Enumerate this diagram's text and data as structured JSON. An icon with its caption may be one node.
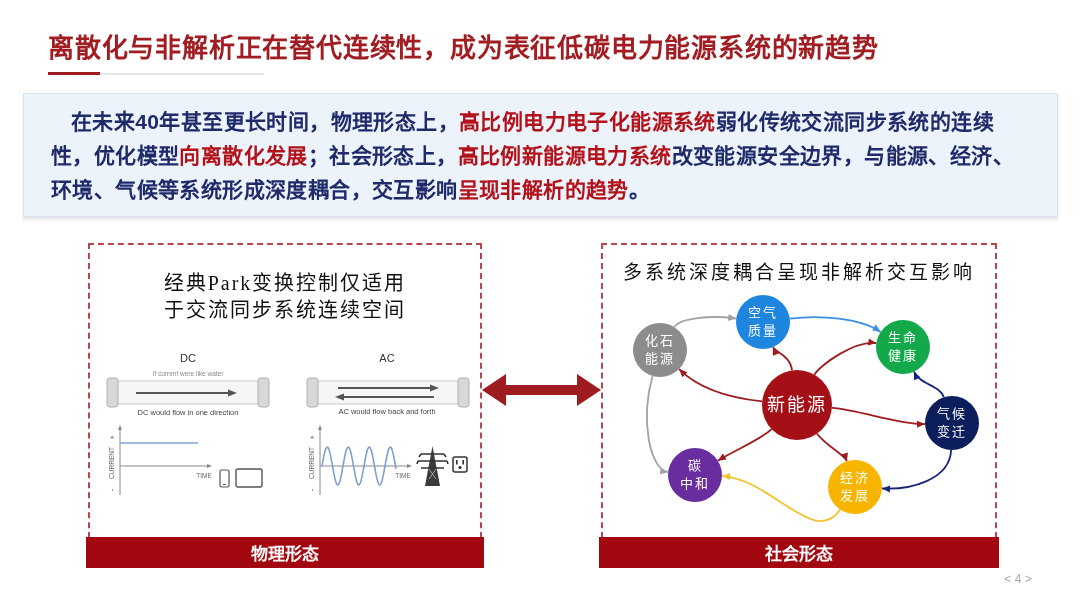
{
  "diagram": {
    "title": "离散化与非解析正在替代连续性，成为表征低碳电力能源系统的新趋势",
    "nodes": [
      {
        "text": [
          "在未来40年甚至更长时间，物理形态上，**高比例电力电子化能源系统**弱化传统交流同步系统的连续性，优化模型**向离散化发展**；社会形态上，**高比例新能源电力系统**改变能源安全边界，与能源、经济、环境、气候等系统形成深度耦合，交互影响**呈现非解析的趋势**。"
        ]
      },
      {
        "text": [
          "经典Park变换控制仅适用于交流同步系统连续空间"
        ]
      },
      {
        "text": [
          "物理形态"
        ],
        "in": 1
      },
      {
        "text": [
          "多系统深度耦合呈现非解析交互影响"
        ]
      },
      {
        "text": [
          "化石能源"
        ],
        "in": 3
      },
      {
        "text": [
          "空气质量"
        ],
        "in": 3
      },
      {
        "text": [
          "生命健康"
        ],
        "in": 3
      },
      {
        "text": [
          "新能源"
        ],
        "in": 3
      },
      {
        "text": [
          "气候变迁"
        ],
        "in": 3
      },
      {
        "text": [
          "碳中和"
        ],
        "in": 3
      },
      {
        "text": [
          "经济发展"
        ],
        "in": 3
      },
      {
        "text": [
          "社会形态"
        ],
        "in": 3
      }
    ],
    "edges": [
      {
        "from": 1,
        "to": 3,
        "arrow": "both",
        "style": "thick"
      },
      {
        "from": 7,
        "to": 4,
        "arrow": "to"
      },
      {
        "from": 7,
        "to": 5,
        "arrow": "to"
      },
      {
        "from": 7,
        "to": 6,
        "arrow": "to"
      },
      {
        "from": 7,
        "to": 8,
        "arrow": "to"
      },
      {
        "from": 7,
        "to": 9,
        "arrow": "to"
      },
      {
        "from": 7,
        "to": 10,
        "arrow": "to"
      },
      {
        "from": 4,
        "to": 5,
        "arrow": "to",
        "color": "#a3a3a3"
      },
      {
        "from": 4,
        "to": 9,
        "arrow": "to",
        "color": "#a3a3a3"
      },
      {
        "from": 5,
        "to": 6,
        "arrow": "to",
        "color": "#3a8ee6"
      },
      {
        "from": 8,
        "to": 6,
        "arrow": "to",
        "color": "#16247a"
      },
      {
        "from": 8,
        "to": 10,
        "arrow": "to",
        "color": "#16247a"
      },
      {
        "from": 10,
        "to": 9,
        "arrow": "to",
        "color": "#f2c230"
      }
    ],
    "labels": [
      "DC",
      "AC",
      "If current were like water",
      "DC would flow in one direction",
      "AC would flow back and forth",
      "+",
      "CURRENT",
      "-",
      "TIME",
      "+",
      "CURRENT",
      "-",
      "TIME",
      "< 4 >"
    ]
  }
}
